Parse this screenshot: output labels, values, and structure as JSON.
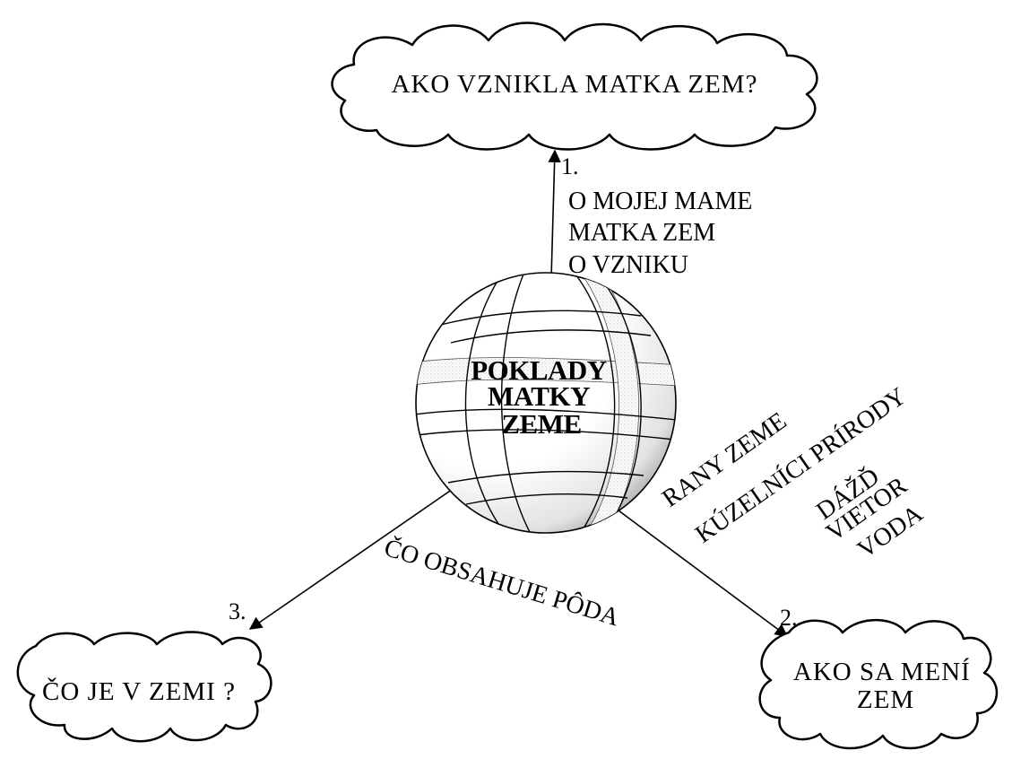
{
  "center": {
    "lines": [
      "POKLADY",
      "MATKY",
      "ZEME"
    ]
  },
  "nodes": {
    "top": {
      "number": "1.",
      "cloud_lines": [
        "AKO  VZNIKLA  MATKA  ZEM?"
      ],
      "branch_lines": [
        "O  MOJEJ  MAME",
        "MATKA ZEM",
        "O VZNIKU"
      ]
    },
    "right": {
      "number": "2.",
      "cloud_lines": [
        "AKO  SA  MENÍ",
        "ZEM"
      ],
      "branch_lines": [
        "RANY  ZEME",
        "KÚZELNÍCI  PRÍRODY",
        "DÁŽĎ",
        "VIETOR",
        "VODA"
      ]
    },
    "left": {
      "number": "3.",
      "cloud_lines": [
        "ČO  JE  V  ZEMI ?"
      ],
      "branch_lines": [
        "ČO  OBSAHUJE  PÔDA"
      ]
    }
  }
}
